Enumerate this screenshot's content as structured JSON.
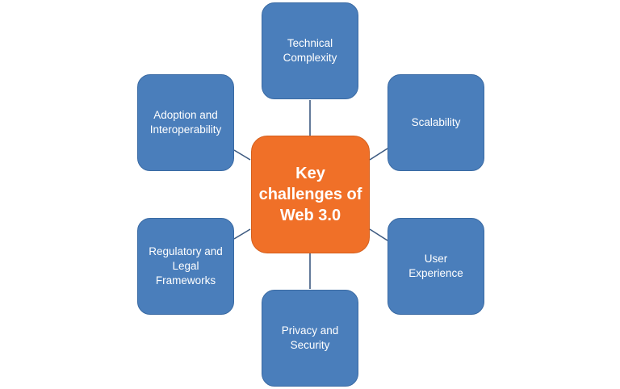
{
  "diagram": {
    "center": {
      "label": "Key\nchallenges of\nWeb 3.0"
    },
    "nodes": {
      "technical": {
        "label": "Technical\nComplexity"
      },
      "scalability": {
        "label": "Scalability"
      },
      "user_experience": {
        "label": "User\nExperience"
      },
      "privacy": {
        "label": "Privacy and\nSecurity"
      },
      "regulatory": {
        "label": "Regulatory and\nLegal\nFrameworks"
      },
      "adoption": {
        "label": "Adoption and\nInteroperability"
      }
    },
    "colors": {
      "center_fill": "#f07028",
      "node_fill": "#4a7ebb",
      "connector": "#3d5a80",
      "text": "#ffffff"
    }
  }
}
